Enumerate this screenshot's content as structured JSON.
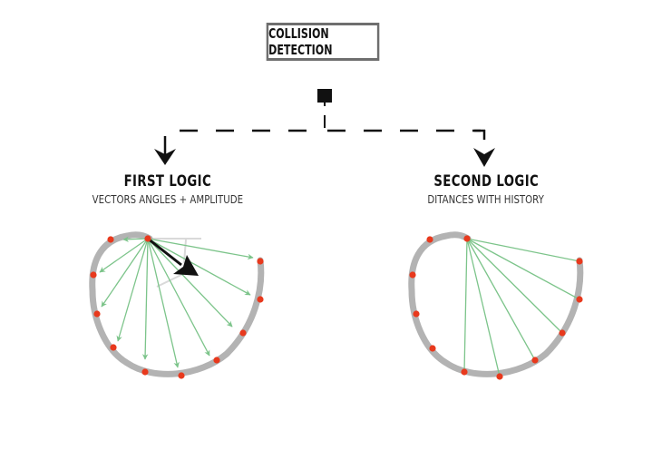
{
  "title": "COLLISION DETECTION",
  "branches": [
    {
      "heading": "FIRST LOGIC",
      "subtitle": "VECTORS ANGLES + AMPLITUDE"
    },
    {
      "heading": "SECOND LOGIC",
      "subtitle": "DITANCES WITH HISTORY"
    }
  ],
  "colors": {
    "path": "#b3b3b3",
    "point": "#e8391d",
    "vector": "#7cc48a",
    "main_vector": "#111111",
    "guide": "#d9d9d9",
    "connector": "#111111"
  },
  "icons": {
    "root": "filled-square",
    "left_arrow": "arrow-down-icon",
    "right_arrow": "arrowhead-down-icon"
  }
}
